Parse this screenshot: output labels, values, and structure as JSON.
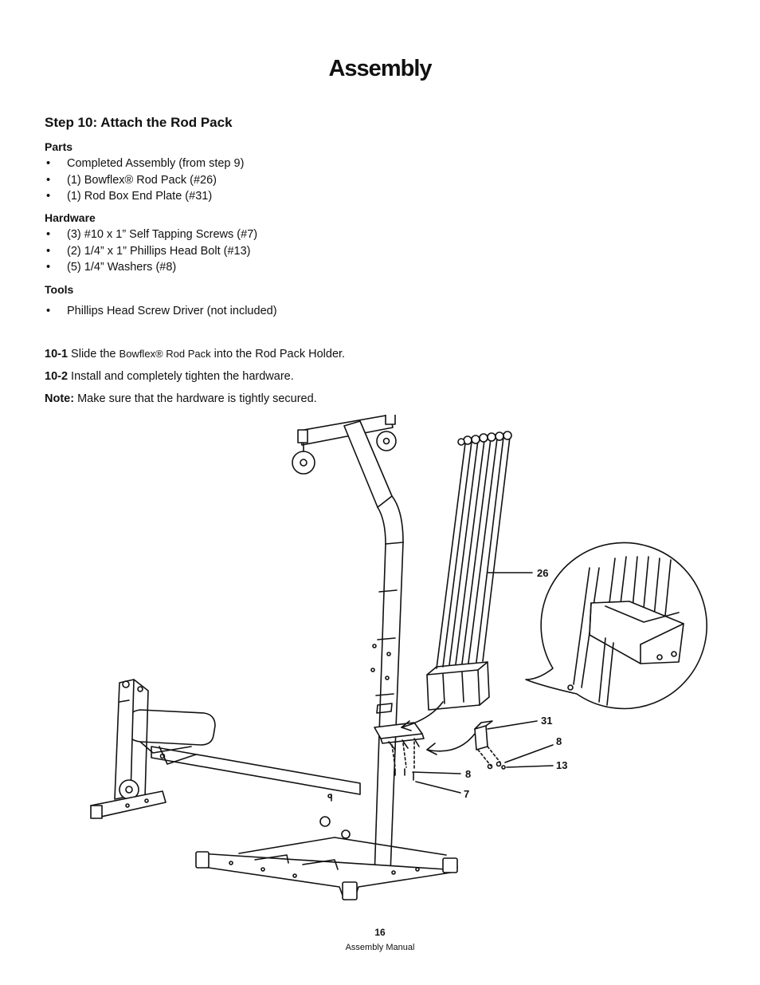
{
  "page": {
    "title": "Assembly",
    "page_number": "16",
    "manual_name": "Assembly Manual"
  },
  "step": {
    "title": "Step 10: Attach the Rod Pack",
    "parts_heading": "Parts",
    "parts": [
      "Completed Assembly (from step 9)",
      "(1) Bowflex® Rod Pack (#26)",
      "(1) Rod Box End Plate (#31)"
    ],
    "hardware_heading": "Hardware",
    "hardware": [
      "(3) #10 x 1” Self Tapping Screws (#7)",
      "(2) 1/4” x 1” Phillips Head Bolt (#13)",
      "(5) 1/4” Washers (#8)"
    ],
    "tools_heading": "Tools",
    "tools": [
      "Phillips Head Screw Driver (not included)"
    ]
  },
  "instructions": {
    "i1_label": "10-1",
    "i1_pre": " Slide the ",
    "i1_product": "Bowflex® Rod Pack",
    "i1_post": " into the Rod Pack Holder.",
    "i2_label": "10-2",
    "i2_text": " Install and completely tighten the hardware.",
    "note_label": "Note:",
    "note_text": " Make sure that the hardware is tightly secured."
  },
  "diagram": {
    "callouts": {
      "rod_pack": "26",
      "end_plate": "31",
      "washer_top": "8",
      "bolt": "13",
      "washer_bottom": "8",
      "screw": "7"
    }
  }
}
